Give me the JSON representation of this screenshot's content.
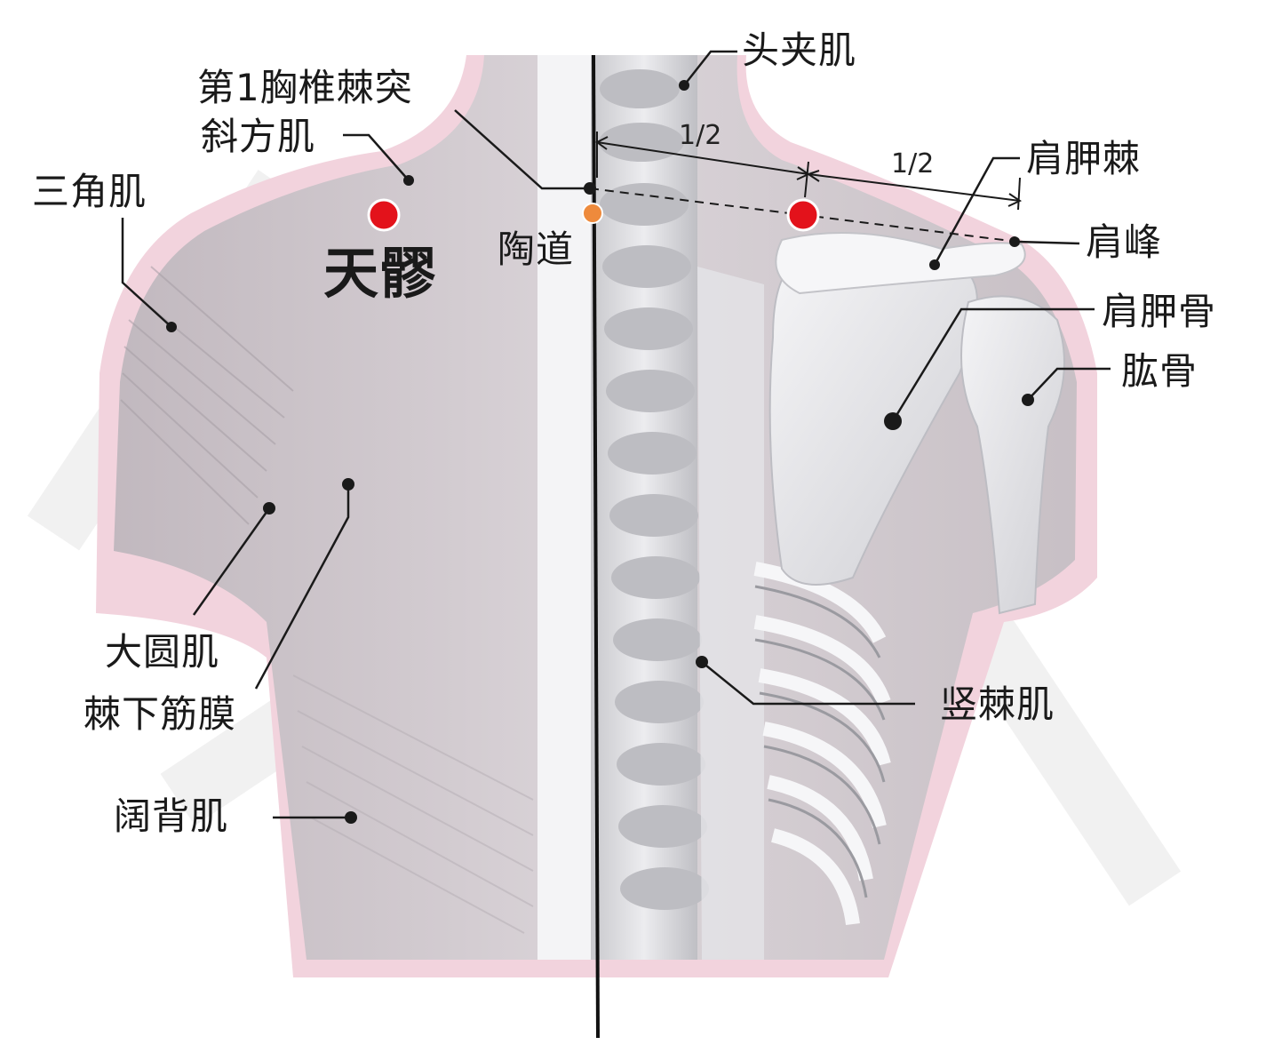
{
  "labels": {
    "neck_muscle": "头夹肌",
    "t1_spinous": "第1胸椎棘突",
    "trapezius": "斜方肌",
    "deltoid": "三角肌",
    "point_name": "天髎",
    "taodao": "陶道",
    "scapular_spine": "肩胛棘",
    "acromion": "肩峰",
    "scapula": "肩胛骨",
    "humerus": "肱骨",
    "teres_major": "大圆肌",
    "infraspinous_fascia": "棘下筋膜",
    "erector_spinae": "竖棘肌",
    "latissimus": "阔背肌",
    "half_left": "1/2",
    "half_right": "1/2"
  },
  "colors": {
    "acupoint": "#e3121b",
    "taodao_point": "#ee8a3c",
    "ink": "#1a1a1a",
    "skin": "#f2d3dd",
    "body": "#c9c3c8",
    "bone": "#e9e9ec"
  },
  "icons": [
    "red-acupoint-dot",
    "orange-acupoint-dot",
    "pointer-dot"
  ]
}
